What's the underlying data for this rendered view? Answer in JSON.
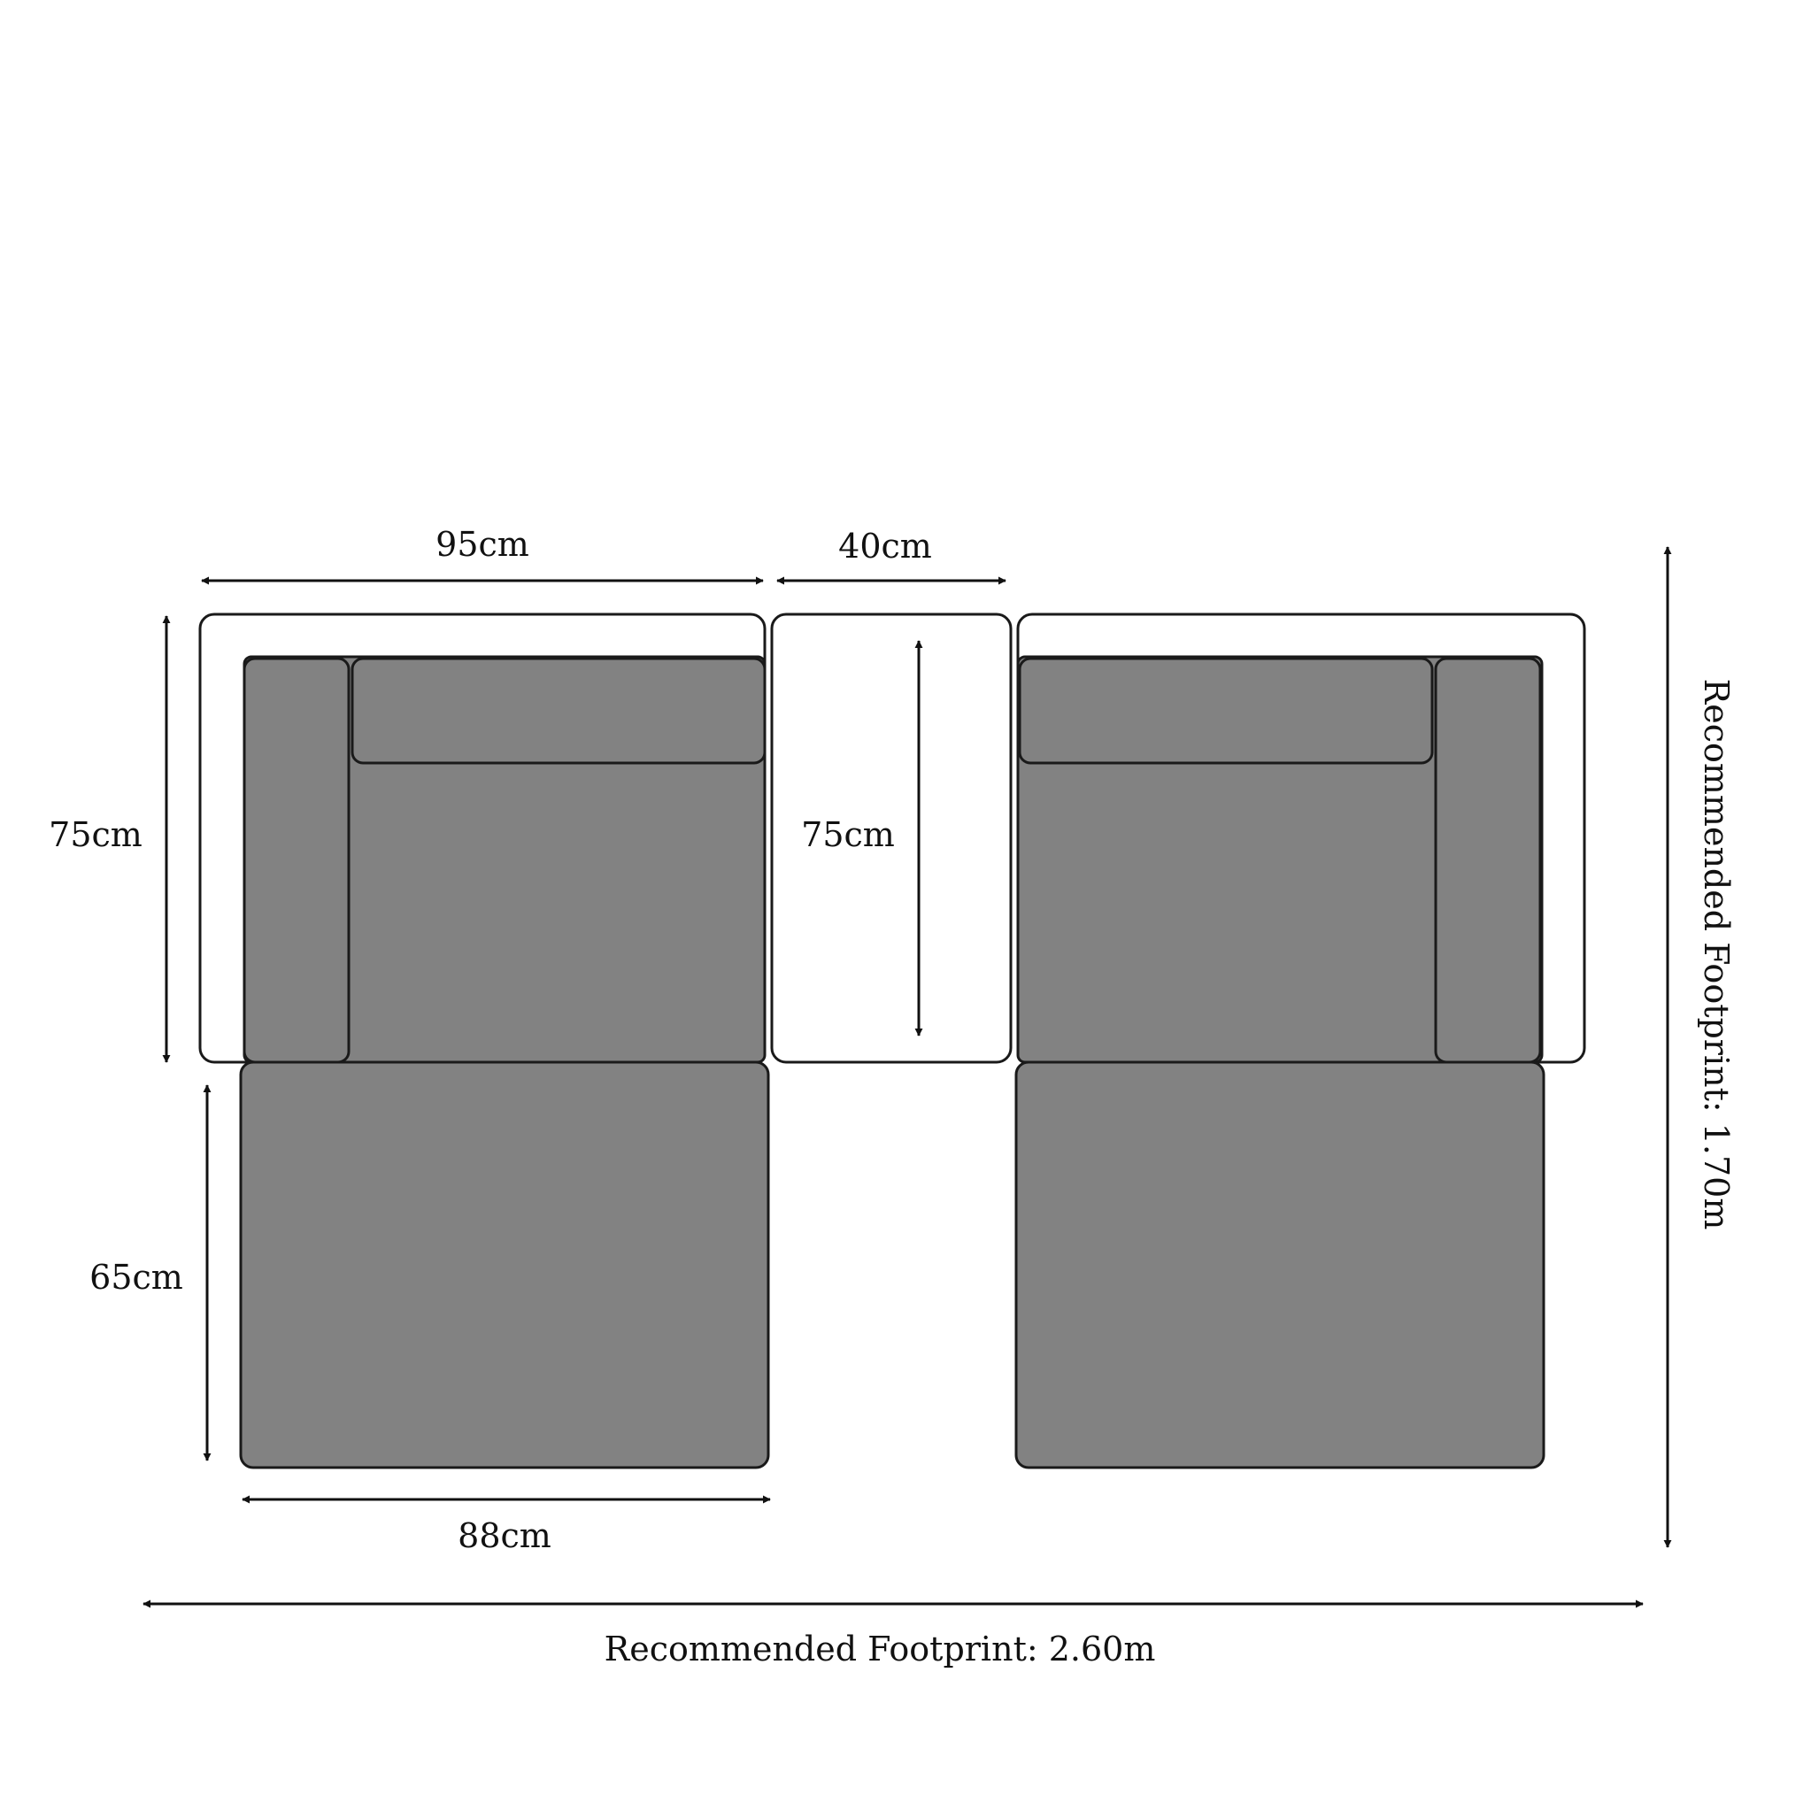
{
  "colors": {
    "cushion_fill": "#828282",
    "frame_fill": "#ffffff",
    "stroke": "#1a1a1a"
  },
  "dimensions": {
    "left_unit_width": "95cm",
    "corner_table_width": "40cm",
    "left_unit_depth": "75cm",
    "corner_table_depth": "75cm",
    "chaise_extension_depth": "65cm",
    "chaise_width": "88cm",
    "footprint_width": "Recommended Footprint: 2.60m",
    "footprint_depth": "Recommended Footprint: 1.70m"
  }
}
